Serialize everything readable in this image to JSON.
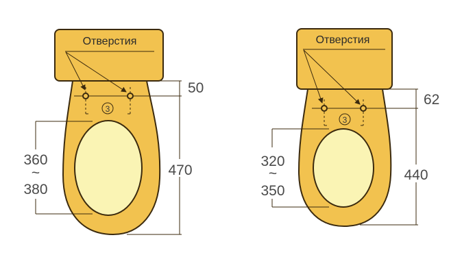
{
  "colors": {
    "body": "#f2c24f",
    "seat": "#faf4b4",
    "outline": "#3b2a0e"
  },
  "left": {
    "label": "Отверстия",
    "hole_offset": "50",
    "total_length": "470",
    "seat_min": "360",
    "tilde": "~",
    "seat_max": "380",
    "marker": "3"
  },
  "right": {
    "label": "Отверстия",
    "hole_offset": "62",
    "total_length": "440",
    "seat_min": "320",
    "tilde": "~",
    "seat_max": "350",
    "marker": "3"
  }
}
